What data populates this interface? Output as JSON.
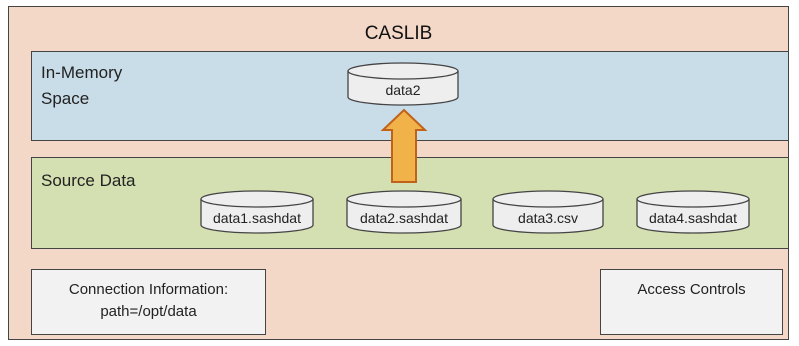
{
  "caslib": {
    "title": "CASLIB"
  },
  "memory": {
    "label_line1": "In-Memory",
    "label_line2": "Space",
    "tables": [
      {
        "name": "data2"
      }
    ]
  },
  "source": {
    "label": "Source Data",
    "files": [
      {
        "name": "data1.sashdat"
      },
      {
        "name": "data2.sashdat"
      },
      {
        "name": "data3.csv"
      },
      {
        "name": "data4.sashdat"
      }
    ]
  },
  "connection": {
    "line1": "Connection Information:",
    "line2": "path=/opt/data"
  },
  "access": {
    "label": "Access Controls"
  },
  "colors": {
    "caslib_bg": "#f3d8c8",
    "memory_bg": "#c9dde9",
    "source_bg": "#d4e0b1",
    "arrow_fill": "#f2b24a",
    "arrow_stroke": "#c0621a",
    "cylinder_fill": "#eeeeee"
  }
}
